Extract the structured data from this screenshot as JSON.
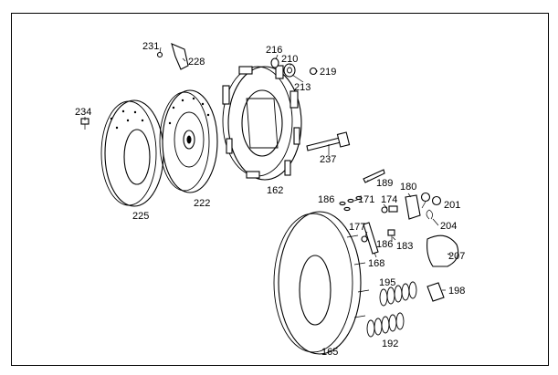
{
  "diagram": {
    "labels": {
      "l231": "231",
      "l228": "228",
      "l216": "216",
      "l210": "210",
      "l219": "219",
      "l213": "213",
      "l234": "234",
      "l237": "237",
      "l162": "162",
      "l222": "222",
      "l225": "225",
      "l189": "189",
      "l180": "180",
      "l186a": "186",
      "l171": "171",
      "l174": "174",
      "l201": "201",
      "l177": "177",
      "l204": "204",
      "l186b": "186",
      "l183": "183",
      "l207": "207",
      "l168": "168",
      "l195": "195",
      "l198": "198",
      "l165": "165",
      "l192": "192"
    }
  }
}
